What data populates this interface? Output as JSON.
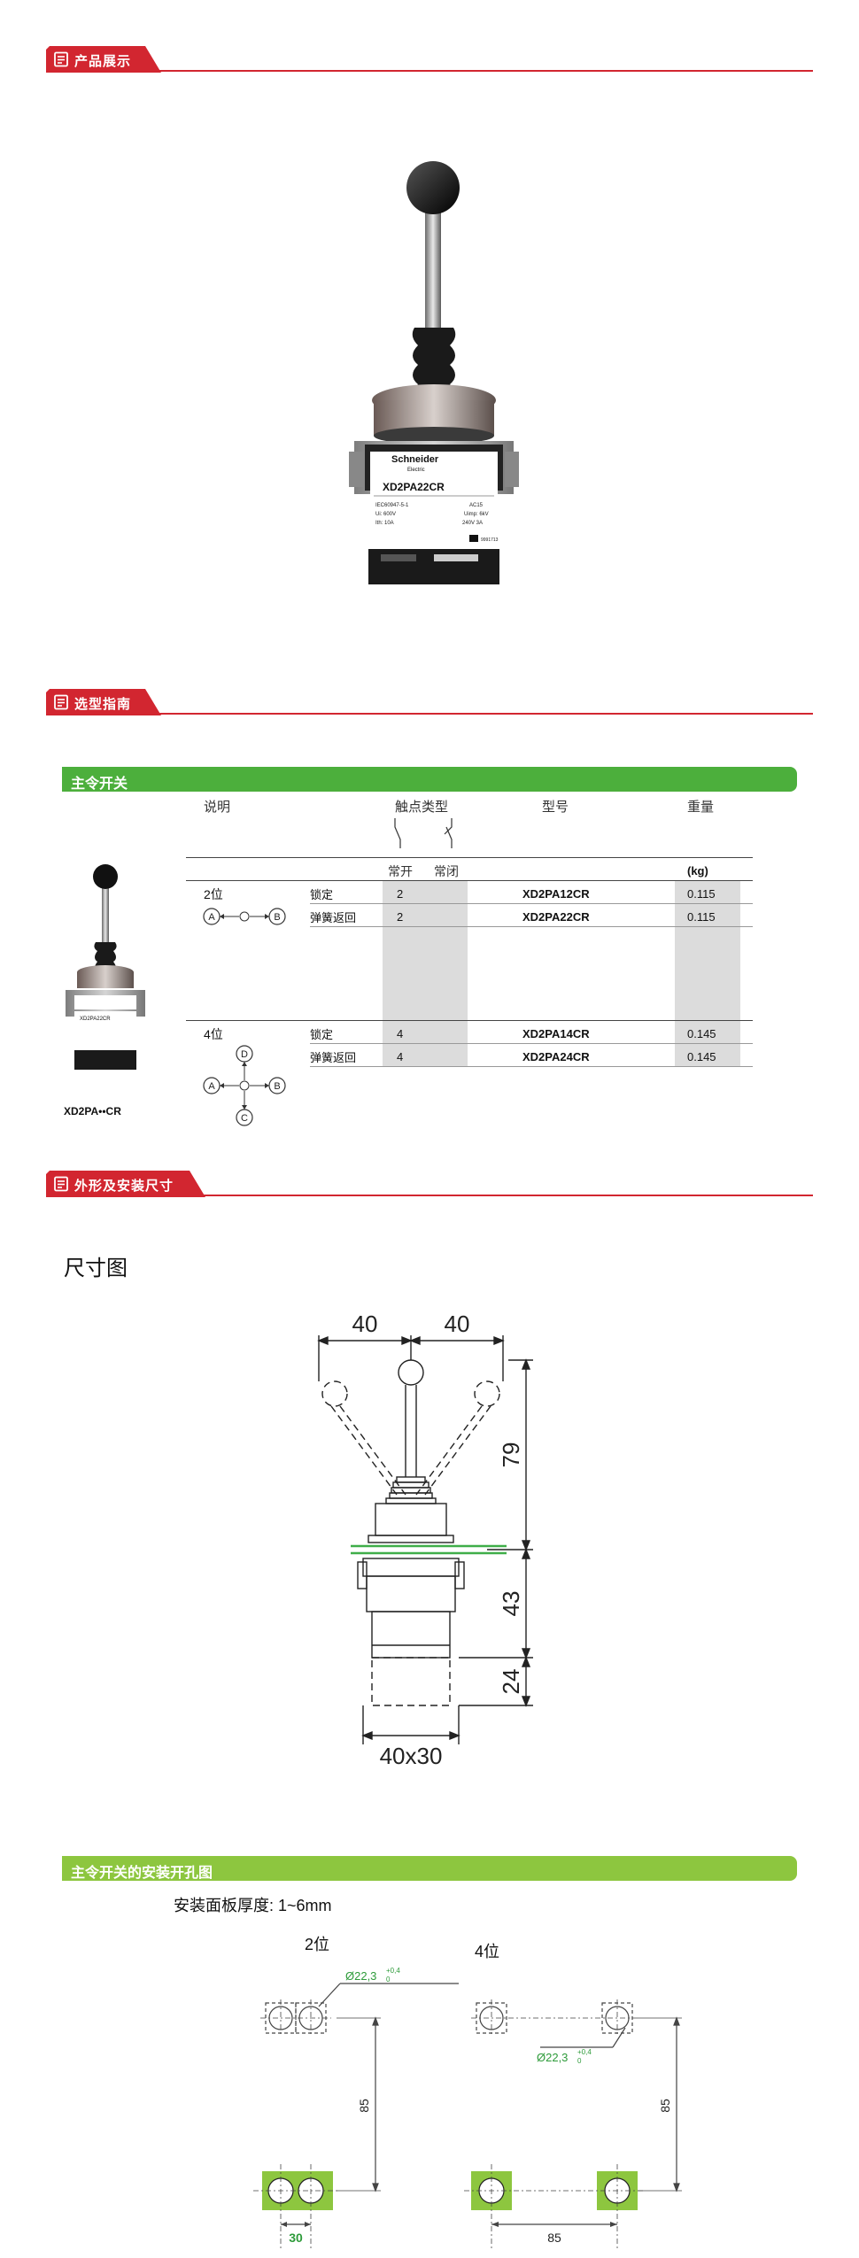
{
  "sections": {
    "product": "产品展示",
    "guide": "选型指南",
    "dimensions": "外形及安装尺寸"
  },
  "product": {
    "brand": "Schneider",
    "brand_sub": "Electric",
    "model": "XD2PA22CR",
    "label_lines": [
      "IEC60947-5-1",
      "AC15",
      "Ui: 600V",
      "Uimp: 6kV",
      "Ith: 10A",
      "240V 3A"
    ],
    "bottom_mark": "9991713"
  },
  "guide": {
    "bar": "主令开关",
    "headers": {
      "description": "说明",
      "contact_type": "触点类型",
      "model": "型号",
      "weight": "重量"
    },
    "subheaders": {
      "no": "常开",
      "nc": "常闭",
      "unit": "(kg)"
    },
    "groups": [
      {
        "position": "2位",
        "rows": [
          {
            "mode": "锁定",
            "no": "2",
            "model": "XD2PA12CR",
            "weight": "0.115"
          },
          {
            "mode": "弹簧返回",
            "no": "2",
            "model": "XD2PA22CR",
            "weight": "0.115"
          }
        ]
      },
      {
        "position": "4位",
        "rows": [
          {
            "mode": "锁定",
            "no": "4",
            "model": "XD2PA14CR",
            "weight": "0.145"
          },
          {
            "mode": "弹簧返回",
            "no": "4",
            "model": "XD2PA24CR",
            "weight": "0.145"
          }
        ]
      }
    ],
    "pos_letters": [
      "A",
      "B",
      "C",
      "D"
    ],
    "image_caption": "XD2PA••CR",
    "thumb_label": "XD2PA22CR"
  },
  "dimensions": {
    "title": "尺寸图",
    "left": "40",
    "right": "40",
    "top_height": "79",
    "mid_height": "43",
    "bottom_height": "24",
    "base": "40x30"
  },
  "cutout": {
    "bar": "主令开关的安装开孔图",
    "thickness": "安装面板厚度: 1~6mm",
    "two_pos": "2位",
    "four_pos": "4位",
    "dia_main": "Ø22,3",
    "dia_tol": "+0,4",
    "dia_tol_low": "0",
    "v_85_left": "85",
    "v_85_right": "85",
    "h_30": "30",
    "h_85": "85"
  },
  "colors": {
    "red": "#d22630",
    "green": "#4caf3c",
    "lime": "#8dc63f"
  }
}
